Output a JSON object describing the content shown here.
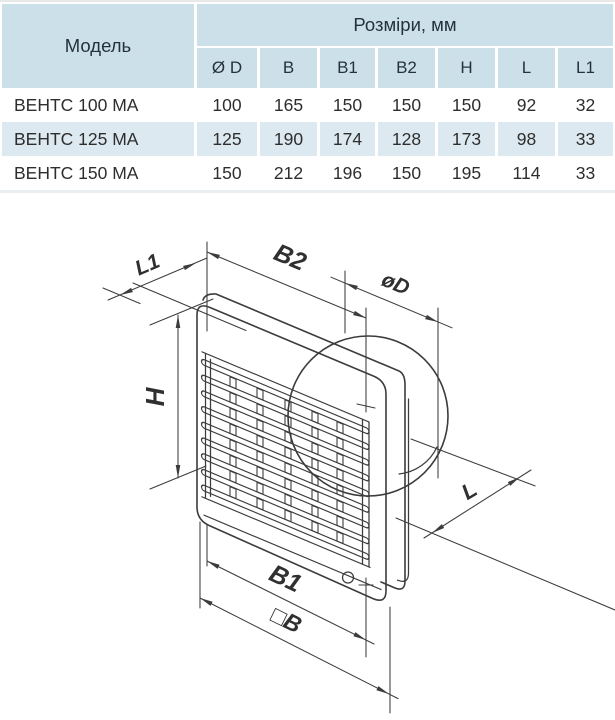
{
  "table": {
    "model_header": "Модель",
    "dims_header": "Розміри, мм",
    "columns": [
      "Ø D",
      "B",
      "B1",
      "B2",
      "H",
      "L",
      "L1"
    ],
    "rows": [
      {
        "model": "ВЕНТС 100 МА",
        "values": [
          "100",
          "165",
          "150",
          "150",
          "150",
          "92",
          "32"
        ]
      },
      {
        "model": "ВЕНТС 125 МА",
        "values": [
          "125",
          "190",
          "174",
          "128",
          "173",
          "98",
          "33"
        ]
      },
      {
        "model": "ВЕНТС 150 МА",
        "values": [
          "150",
          "212",
          "196",
          "150",
          "195",
          "114",
          "33"
        ]
      }
    ]
  },
  "diagram": {
    "labels": {
      "l1": "L1",
      "b2": "B2",
      "d": "øD",
      "h": "H",
      "l": "L",
      "b1": "B1",
      "b": "□B"
    }
  },
  "colors": {
    "header_bg": "#cce0ea",
    "stripe_bg": "#dde9f1",
    "line": "#3c3c3c"
  }
}
